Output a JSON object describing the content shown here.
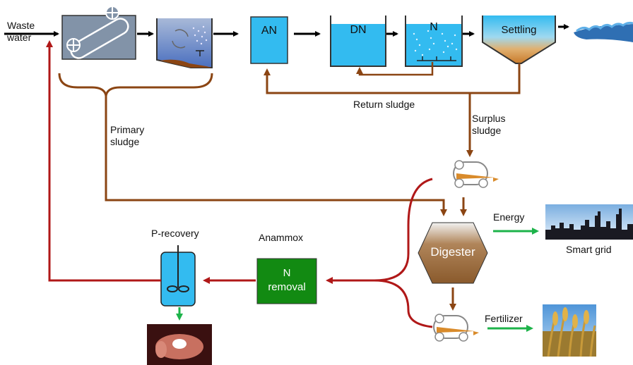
{
  "labels": {
    "waste_water_line1": "Waste",
    "waste_water_line2": "water",
    "an": "AN",
    "dn": "DN",
    "n": "N",
    "settling": "Settling",
    "return_sludge": "Return sludge",
    "primary_sludge_line1": "Primary",
    "primary_sludge_line2": "sludge",
    "surplus_sludge_line1": "Surplus",
    "surplus_sludge_line2": "sludge",
    "energy": "Energy",
    "smart_grid": "Smart grid",
    "digester": "Digester",
    "fertilizer": "Fertilizer",
    "p_recovery": "P-recovery",
    "anammox": "Anammox",
    "n_removal_line1": "N",
    "n_removal_line2": "removal"
  },
  "colors": {
    "tank_blue": "#33bbf0",
    "sludge_brown": "#8b4513",
    "recycle_red": "#b01818",
    "product_green": "#1db34a",
    "anammox_green": "#128a12",
    "arrow_black": "#000000"
  }
}
